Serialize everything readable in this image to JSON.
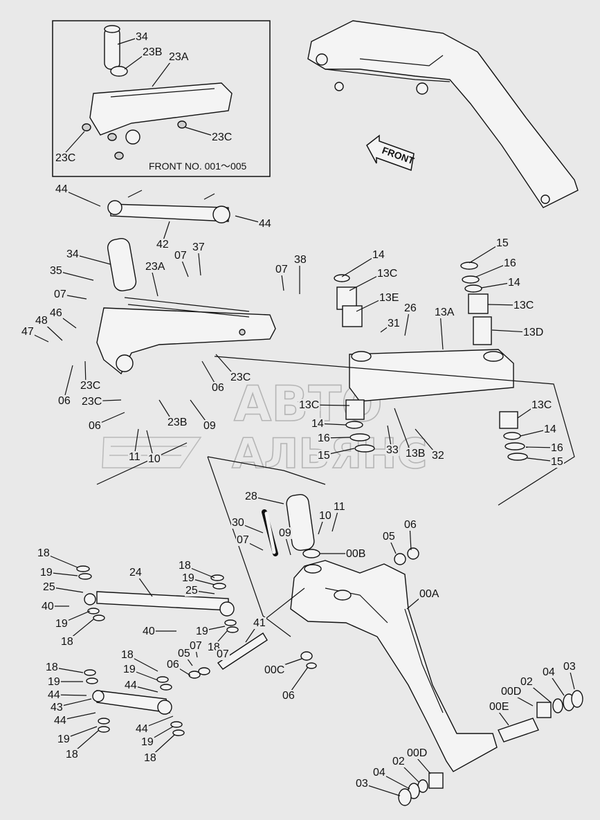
{
  "inset": {
    "caption": "FRONT NO. 001～005"
  },
  "arrow_label": "FRONT",
  "watermark": {
    "line1": "АВТО",
    "line2": "АЛЬЯНС"
  },
  "labels": [
    {
      "id": "l34a",
      "text": "34"
    },
    {
      "id": "l23Ba",
      "text": "23B"
    },
    {
      "id": "l23Aa",
      "text": "23A"
    },
    {
      "id": "l23Ca1",
      "text": "23C"
    },
    {
      "id": "l23Ca2",
      "text": "23C"
    },
    {
      "id": "l44a",
      "text": "44"
    },
    {
      "id": "l44b",
      "text": "44"
    },
    {
      "id": "l42",
      "text": "42"
    },
    {
      "id": "l34b",
      "text": "34"
    },
    {
      "id": "l07a",
      "text": "07"
    },
    {
      "id": "l37",
      "text": "37"
    },
    {
      "id": "l07b",
      "text": "07"
    },
    {
      "id": "l38",
      "text": "38"
    },
    {
      "id": "l35",
      "text": "35"
    },
    {
      "id": "l23Ab",
      "text": "23A"
    },
    {
      "id": "l07c",
      "text": "07"
    },
    {
      "id": "l46",
      "text": "46"
    },
    {
      "id": "l48",
      "text": "48"
    },
    {
      "id": "l47",
      "text": "47"
    },
    {
      "id": "l06a",
      "text": "06"
    },
    {
      "id": "l23Cb",
      "text": "23C"
    },
    {
      "id": "l23Cc",
      "text": "23C"
    },
    {
      "id": "l06b",
      "text": "06"
    },
    {
      "id": "l23Cd",
      "text": "23C"
    },
    {
      "id": "l06c",
      "text": "06"
    },
    {
      "id": "l23Bb",
      "text": "23B"
    },
    {
      "id": "l09a",
      "text": "09"
    },
    {
      "id": "l11a",
      "text": "11"
    },
    {
      "id": "l10a",
      "text": "10"
    },
    {
      "id": "l14a",
      "text": "14"
    },
    {
      "id": "l13Ca",
      "text": "13C"
    },
    {
      "id": "l13E",
      "text": "13E"
    },
    {
      "id": "l26",
      "text": "26"
    },
    {
      "id": "l31",
      "text": "31"
    },
    {
      "id": "l13A",
      "text": "13A"
    },
    {
      "id": "l15a",
      "text": "15"
    },
    {
      "id": "l16a",
      "text": "16"
    },
    {
      "id": "l14b",
      "text": "14"
    },
    {
      "id": "l13Cb",
      "text": "13C"
    },
    {
      "id": "l13D",
      "text": "13D"
    },
    {
      "id": "l13Cc",
      "text": "13C"
    },
    {
      "id": "l14c",
      "text": "14"
    },
    {
      "id": "l16b",
      "text": "16"
    },
    {
      "id": "l15b",
      "text": "15"
    },
    {
      "id": "l33",
      "text": "33"
    },
    {
      "id": "l13B",
      "text": "13B"
    },
    {
      "id": "l32",
      "text": "32"
    },
    {
      "id": "l13Cd",
      "text": "13C"
    },
    {
      "id": "l14d",
      "text": "14"
    },
    {
      "id": "l16c",
      "text": "16"
    },
    {
      "id": "l15c",
      "text": "15"
    },
    {
      "id": "l28",
      "text": "28"
    },
    {
      "id": "l11b",
      "text": "11"
    },
    {
      "id": "l10b",
      "text": "10"
    },
    {
      "id": "l30",
      "text": "30"
    },
    {
      "id": "l09b",
      "text": "09"
    },
    {
      "id": "l07d",
      "text": "07"
    },
    {
      "id": "l00B",
      "text": "00B"
    },
    {
      "id": "l05a",
      "text": "05"
    },
    {
      "id": "l06d",
      "text": "06"
    },
    {
      "id": "l00A",
      "text": "00A"
    },
    {
      "id": "l18a",
      "text": "18"
    },
    {
      "id": "l19a",
      "text": "19"
    },
    {
      "id": "l25a",
      "text": "25"
    },
    {
      "id": "l40a",
      "text": "40"
    },
    {
      "id": "l19b",
      "text": "19"
    },
    {
      "id": "l18b",
      "text": "18"
    },
    {
      "id": "l24",
      "text": "24"
    },
    {
      "id": "l18c",
      "text": "18"
    },
    {
      "id": "l19c",
      "text": "19"
    },
    {
      "id": "l25b",
      "text": "25"
    },
    {
      "id": "l40b",
      "text": "40"
    },
    {
      "id": "l19d",
      "text": "19"
    },
    {
      "id": "l18d",
      "text": "18"
    },
    {
      "id": "l41",
      "text": "41"
    },
    {
      "id": "l07e",
      "text": "07"
    },
    {
      "id": "l07f",
      "text": "07"
    },
    {
      "id": "l05b",
      "text": "05"
    },
    {
      "id": "l06e",
      "text": "06"
    },
    {
      "id": "l00C",
      "text": "00C"
    },
    {
      "id": "l06f",
      "text": "06"
    },
    {
      "id": "l18e",
      "text": "18"
    },
    {
      "id": "l19e",
      "text": "19"
    },
    {
      "id": "l44c",
      "text": "44"
    },
    {
      "id": "l43",
      "text": "43"
    },
    {
      "id": "l44d",
      "text": "44"
    },
    {
      "id": "l19f",
      "text": "19"
    },
    {
      "id": "l18f",
      "text": "18"
    },
    {
      "id": "l18g",
      "text": "18"
    },
    {
      "id": "l19g",
      "text": "19"
    },
    {
      "id": "l44e",
      "text": "44"
    },
    {
      "id": "l44f",
      "text": "44"
    },
    {
      "id": "l19h",
      "text": "19"
    },
    {
      "id": "l18h",
      "text": "18"
    },
    {
      "id": "l00D",
      "text": "00D"
    },
    {
      "id": "l00E",
      "text": "00E"
    },
    {
      "id": "l02a",
      "text": "02"
    },
    {
      "id": "l04a",
      "text": "04"
    },
    {
      "id": "l03a",
      "text": "03"
    },
    {
      "id": "l00Db",
      "text": "00D"
    },
    {
      "id": "l02b",
      "text": "02"
    },
    {
      "id": "l04b",
      "text": "04"
    },
    {
      "id": "l03b",
      "text": "03"
    }
  ]
}
